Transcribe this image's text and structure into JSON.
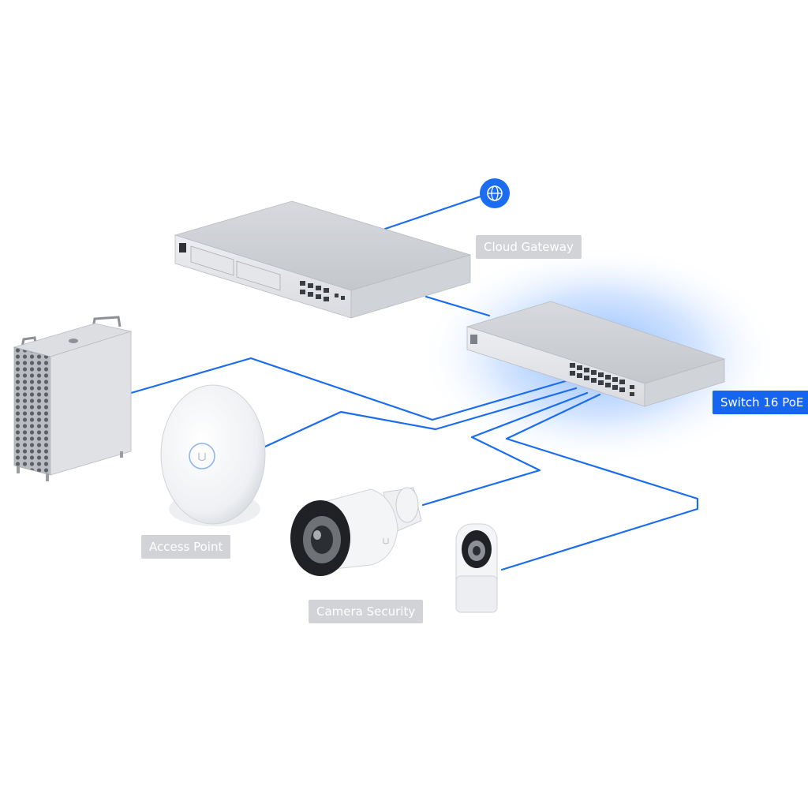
{
  "colors": {
    "link": "#1a6cf0",
    "highlight_glow": "#7fb2ff",
    "device_grey": "#c9cbcf",
    "label_grey": "#d2d3d6",
    "label_active": "#1565f0"
  },
  "nodes": {
    "internet": {
      "icon": "globe-icon"
    },
    "gateway": {
      "label": "Cloud Gateway",
      "icon": "rack-gateway"
    },
    "switch": {
      "label": "Switch 16 PoE",
      "icon": "rack-switch",
      "highlighted": true
    },
    "server": {
      "icon": "tower-server"
    },
    "access_point": {
      "label": "Access Point",
      "icon": "ceiling-access-point"
    },
    "camera_bullet": {
      "label": "Camera Security",
      "icon": "bullet-camera"
    },
    "camera_flex": {
      "icon": "flex-camera"
    }
  },
  "edges": [
    [
      "internet",
      "gateway"
    ],
    [
      "gateway",
      "switch"
    ],
    [
      "switch",
      "server"
    ],
    [
      "switch",
      "access_point"
    ],
    [
      "switch",
      "camera_bullet"
    ],
    [
      "switch",
      "camera_flex"
    ]
  ]
}
